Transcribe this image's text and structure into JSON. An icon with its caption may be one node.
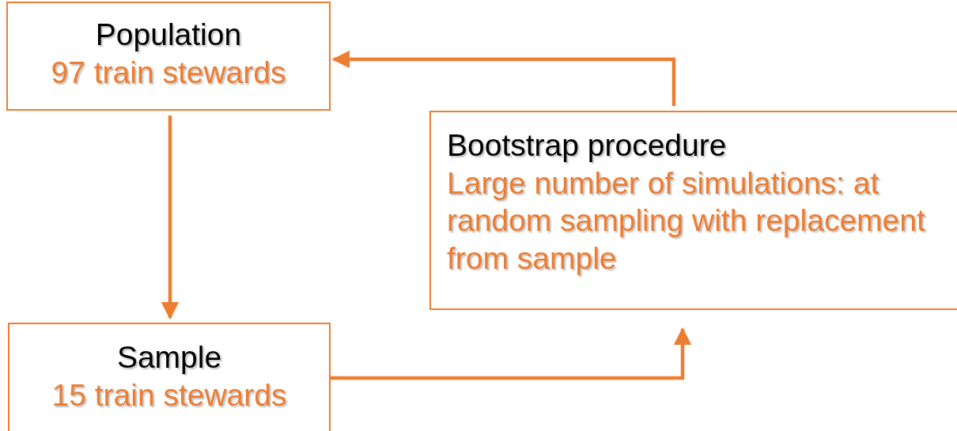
{
  "diagram": {
    "nodes": [
      {
        "text": [
          "Population",
          "97 train stewards"
        ]
      },
      {
        "text": [
          "Sample",
          "15 train stewards"
        ]
      },
      {
        "text": [
          "Bootstrap procedure",
          "Large number of simulations: at random sampling with replacement from sample"
        ]
      }
    ],
    "edges": [
      {
        "from": 0,
        "to": 1,
        "arrow": "to"
      },
      {
        "from": 1,
        "to": 2,
        "arrow": "to"
      },
      {
        "from": 2,
        "to": 0,
        "arrow": "to"
      }
    ]
  }
}
